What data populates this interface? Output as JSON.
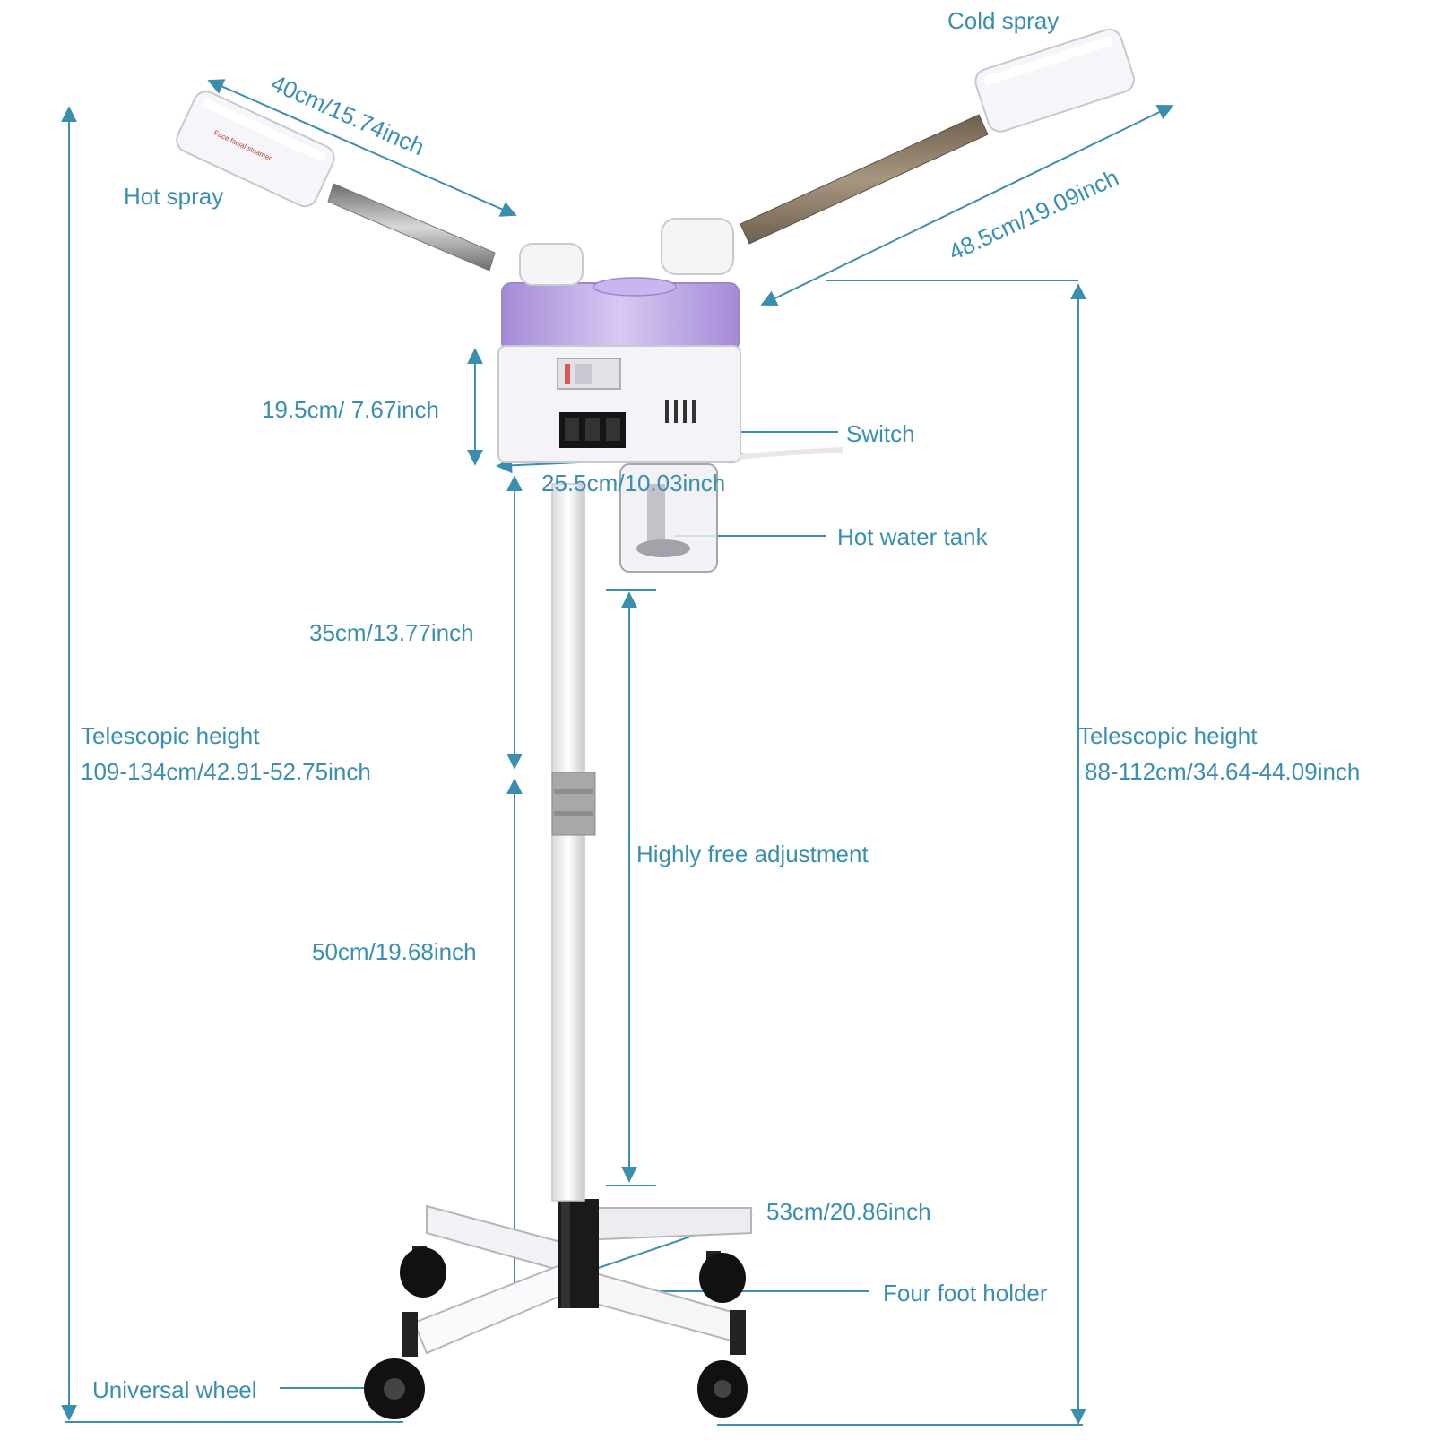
{
  "labels": {
    "cold_spray": "Cold spray",
    "hot_spray": "Hot spray",
    "arm_left_dim": "40cm/15.74inch",
    "arm_right_dim": "48.5cm/19.09inch",
    "head_height": "19.5cm/ 7.67inch",
    "switch": "Switch",
    "head_width": "25.5cm/10.03inch",
    "hot_water_tank": "Hot water tank",
    "upper_pole": "35cm/13.77inch",
    "left_telescopic_title": "Telescopic height",
    "left_telescopic_value": "109-134cm/42.91-52.75inch",
    "right_telescopic_title": "Telescopic height",
    "right_telescopic_value": "88-112cm/34.64-44.09inch",
    "free_adjust": "Highly free adjustment",
    "lower_pole": "50cm/19.68inch",
    "base_dim": "53cm/20.86inch",
    "four_foot": "Four foot holder",
    "universal_wheel": "Universal wheel"
  },
  "device_text": {
    "hot_head_print": "Face facial steamer"
  },
  "colors": {
    "dimension_line": "#3a8fb0",
    "body_white": "#f4f4f8",
    "tank_purple": "#b9a2e0",
    "rod_steel": "#9a9a9a",
    "rod_bronze": "#8a7a66",
    "wheel_black": "#111111"
  }
}
